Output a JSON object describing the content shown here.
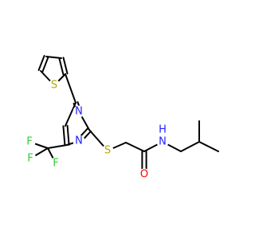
{
  "molecule": {
    "atoms": [
      {
        "id": "S_thiophene",
        "element": "S",
        "label": "S",
        "color": "#b2a700"
      },
      {
        "id": "N_top",
        "element": "N",
        "label": "N",
        "color": "#2020ff"
      },
      {
        "id": "N_bottom",
        "element": "N",
        "label": "N",
        "color": "#2020ff"
      },
      {
        "id": "S_thioether",
        "element": "S",
        "label": "S",
        "color": "#b2a700"
      },
      {
        "id": "O_carbonyl",
        "element": "O",
        "label": "O",
        "color": "#ff0000"
      },
      {
        "id": "N_amide",
        "element": "N",
        "label": "N",
        "color": "#2020ff"
      },
      {
        "id": "H_amide",
        "element": "H",
        "label": "H",
        "color": "#2020ff"
      },
      {
        "id": "F1",
        "element": "F",
        "label": "F",
        "color": "#33cc33"
      },
      {
        "id": "F2",
        "element": "F",
        "label": "F",
        "color": "#33cc33"
      },
      {
        "id": "F3",
        "element": "F",
        "label": "F",
        "color": "#33cc33"
      }
    ]
  }
}
